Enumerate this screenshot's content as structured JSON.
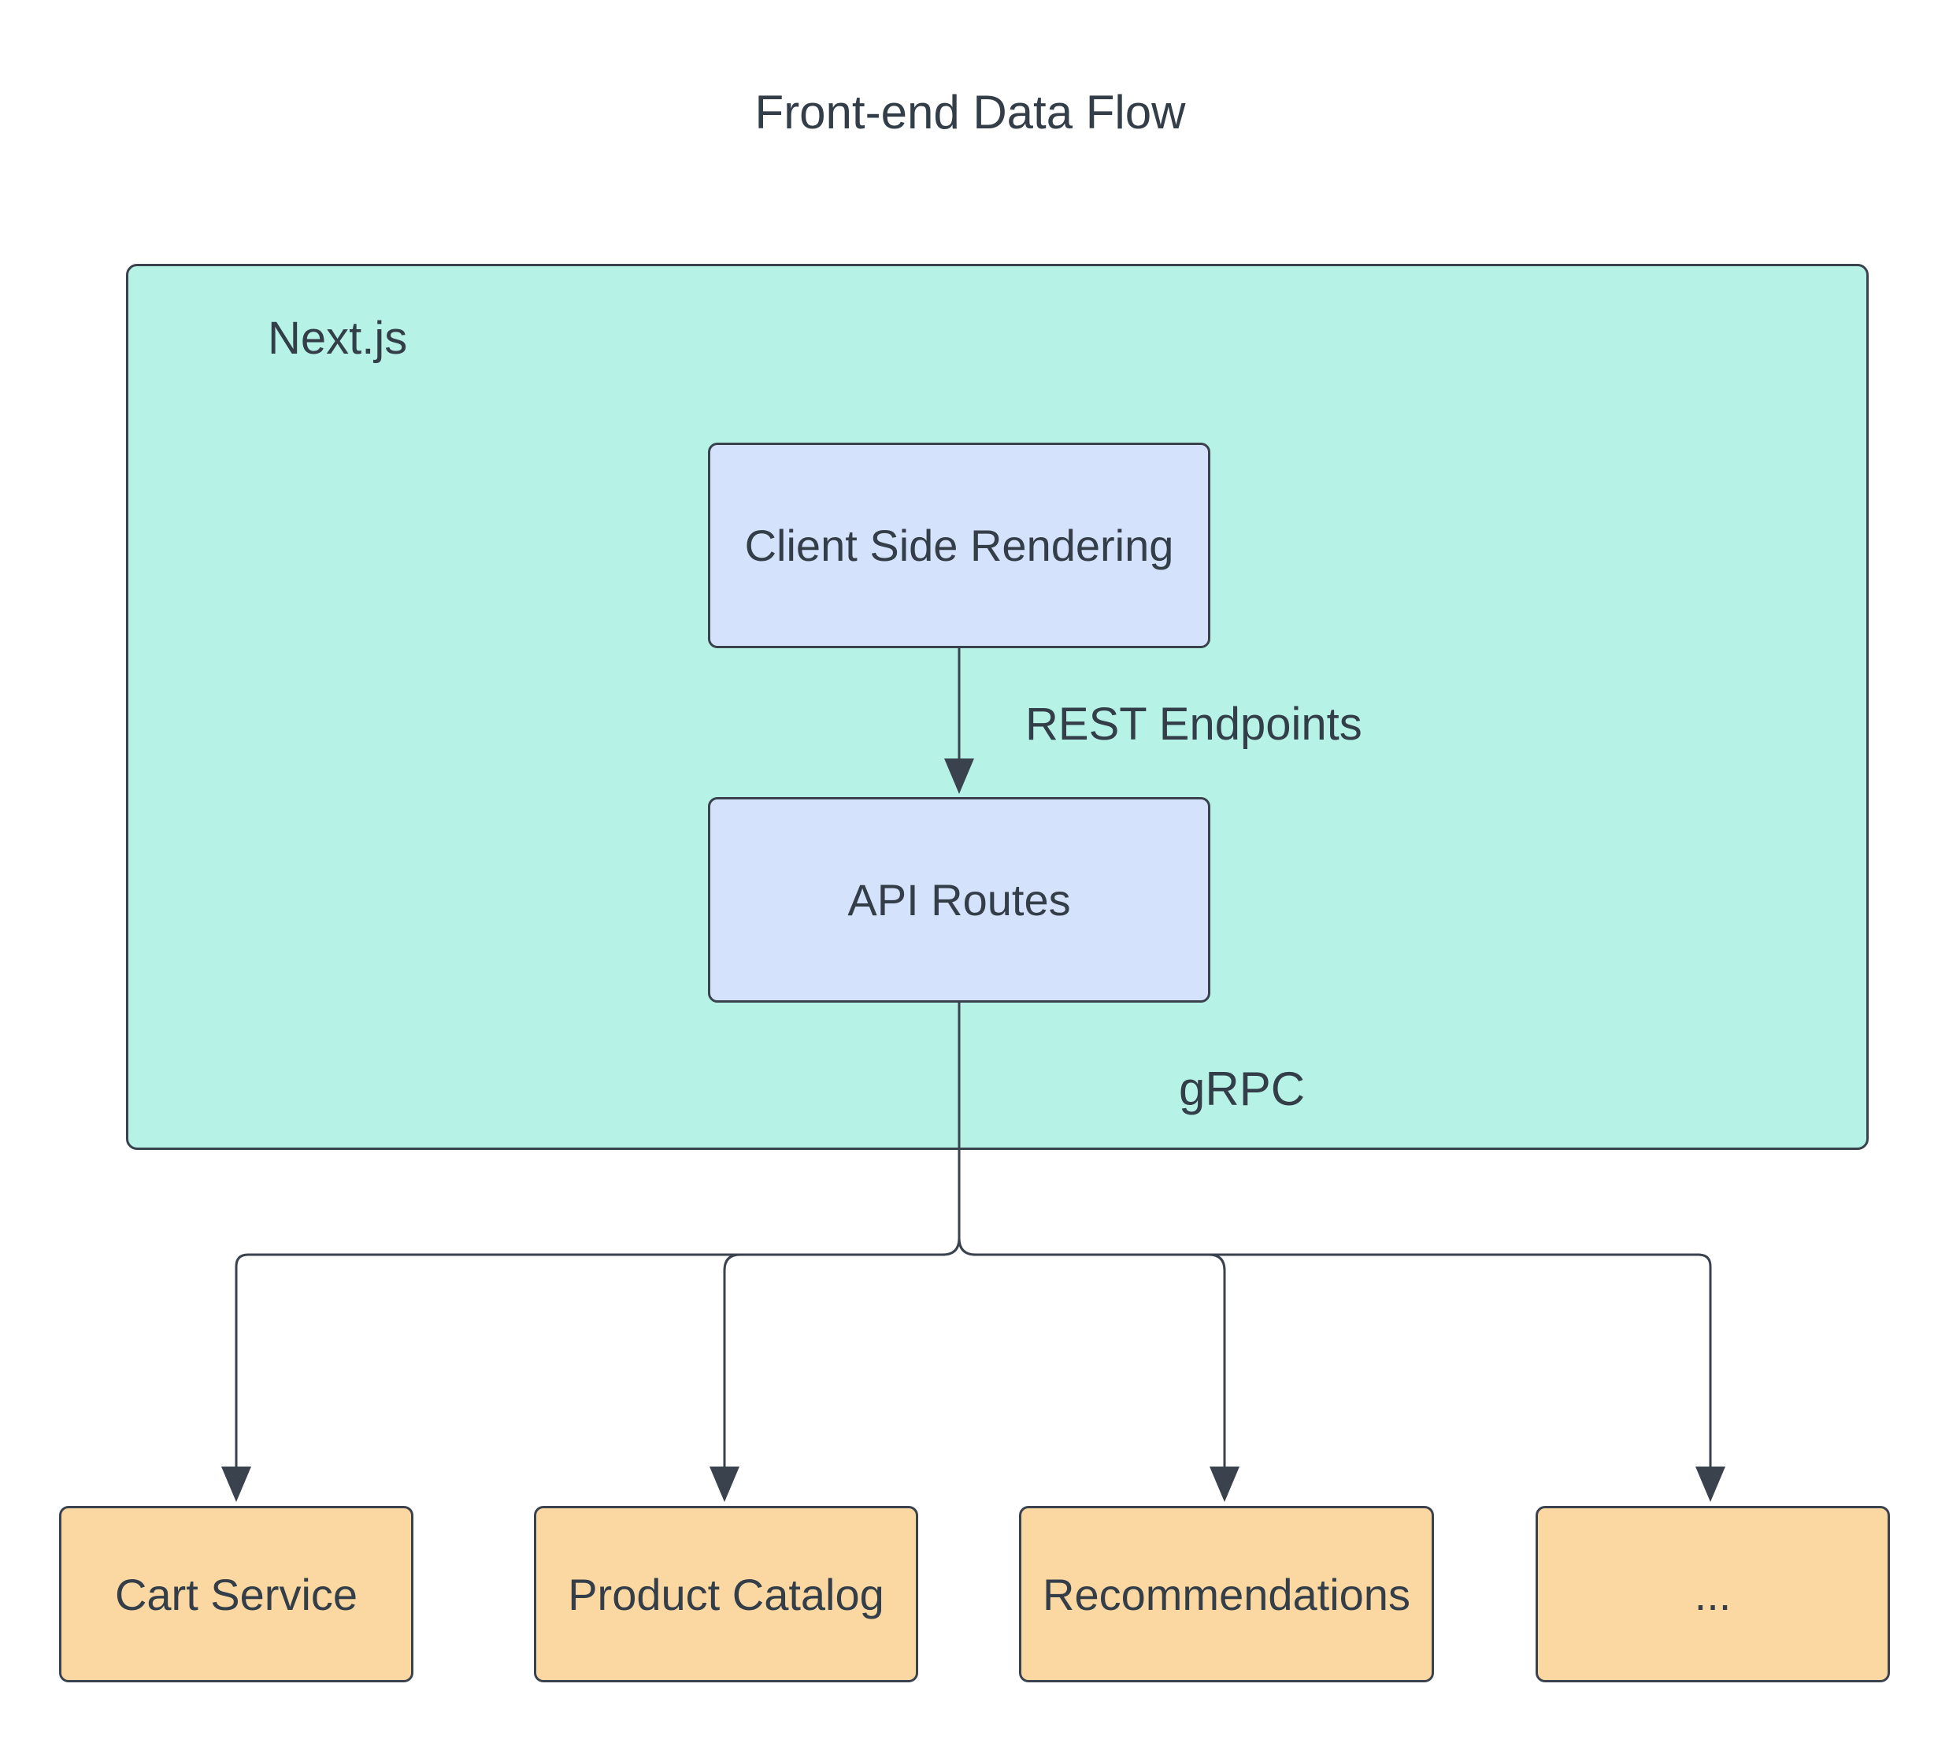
{
  "diagram": {
    "title": "Front-end Data Flow",
    "container": {
      "label": "Next.js"
    },
    "nodes": {
      "client_side_rendering": {
        "label": "Client Side Rendering"
      },
      "api_routes": {
        "label": "API Routes"
      },
      "cart_service": {
        "label": "Cart Service"
      },
      "product_catalog": {
        "label": "Product Catalog"
      },
      "recommendations": {
        "label": "Recommendations"
      },
      "more": {
        "label": "..."
      }
    },
    "edges": {
      "rest": {
        "label": "REST Endpoints"
      },
      "grpc": {
        "label": "gRPC"
      }
    },
    "colors": {
      "container_fill": "#b6f3e6",
      "node_fill": "#d4e2fc",
      "service_fill": "#fbd8a2",
      "stroke": "#39424d",
      "text": "#333e48",
      "background": "#ffffff"
    }
  }
}
